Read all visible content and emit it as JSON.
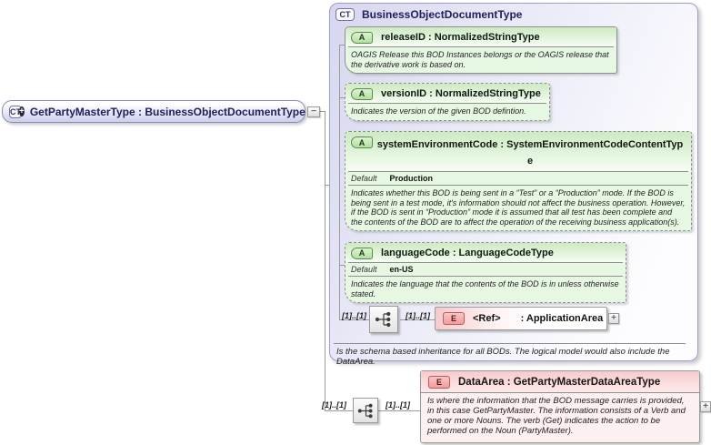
{
  "colors": {
    "lavender_fill": "#d6d6ef",
    "green_header": "#cdeac2",
    "green_doc": "#e7f8e2",
    "pink_header": "#f8caca",
    "pink_doc": "#fdf0f0",
    "connector": "#9a9a9a",
    "title_navy": "#20205a"
  },
  "root_box": {
    "icon": "CT",
    "icon_plus": "+",
    "label": "GetPartyMasterType : BusinessObjectDocumentType",
    "collapse": "−"
  },
  "base_box": {
    "icon": "CT",
    "title": "BusinessObjectDocumentType",
    "attributes": [
      {
        "icon": "A",
        "name": "releaseID : NormalizedStringType",
        "doc": "OAGIS Release this BOD Instances belongs or the OAGIS release that the derivative work is based on."
      },
      {
        "icon": "A",
        "name": "versionID : NormalizedStringType",
        "doc": "Indicates the version of the given BOD defintion."
      },
      {
        "icon": "A",
        "name": "systemEnvironmentCode : SystemEnvironmentCodeContentType",
        "default_label": "Default",
        "default_value": "Production",
        "doc": "Indicates whether this BOD is being sent in a “Test” or a “Production” mode. If the BOD is being sent in a test mode, it's information should not affect the business operation. However, if the BOD is sent in “Production” mode it is assumed that all test has been complete and the contents of the BOD are to affect the operation of the receiving business application(s)."
      },
      {
        "icon": "A",
        "name": "languageCode : LanguageCodeType",
        "default_label": "Default",
        "default_value": "en-US",
        "doc": "Indicates the language that the contents of the BOD is in unless otherwise stated."
      }
    ],
    "sequence_row": {
      "card_left": "[1]..[1]",
      "card_right": "[1]..[1]",
      "element_icon": "E",
      "element_name": "<Ref>",
      "element_type": ": ApplicationArea",
      "expand": "+"
    },
    "doc": "Is the schema based inheritance for all BODs. The logical model would also include the DataArea."
  },
  "data_area_row": {
    "card_left": "[1]..[1]",
    "card_right": "[1]..[1]",
    "box": {
      "icon": "E",
      "title": "DataArea : GetPartyMasterDataAreaType",
      "doc": "Is where the information that the BOD message carries is provided, in this case GetPartyMaster. The information consists of a Verb and one or more Nouns. The verb (Get) indicates the action to be performed on the Noun (PartyMaster).",
      "expand": "+"
    }
  }
}
